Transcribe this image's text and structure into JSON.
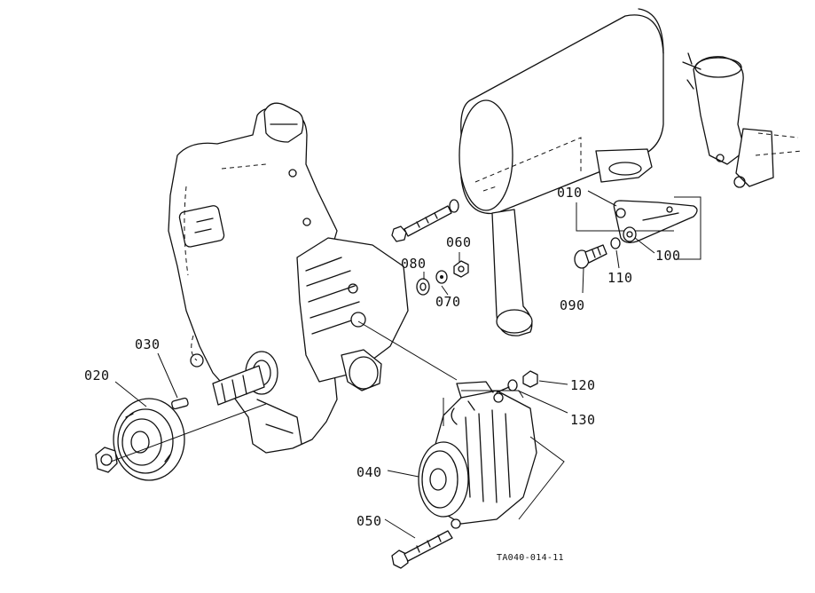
{
  "labels": {
    "p010": "010",
    "p020": "020",
    "p030": "030",
    "p040": "040",
    "p050": "050",
    "p060": "060",
    "p070": "070",
    "p080": "080",
    "p090": "090",
    "p100": "100",
    "p110": "110",
    "p120": "120",
    "p130": "130"
  },
  "drawing_code": "TA040-014-11"
}
